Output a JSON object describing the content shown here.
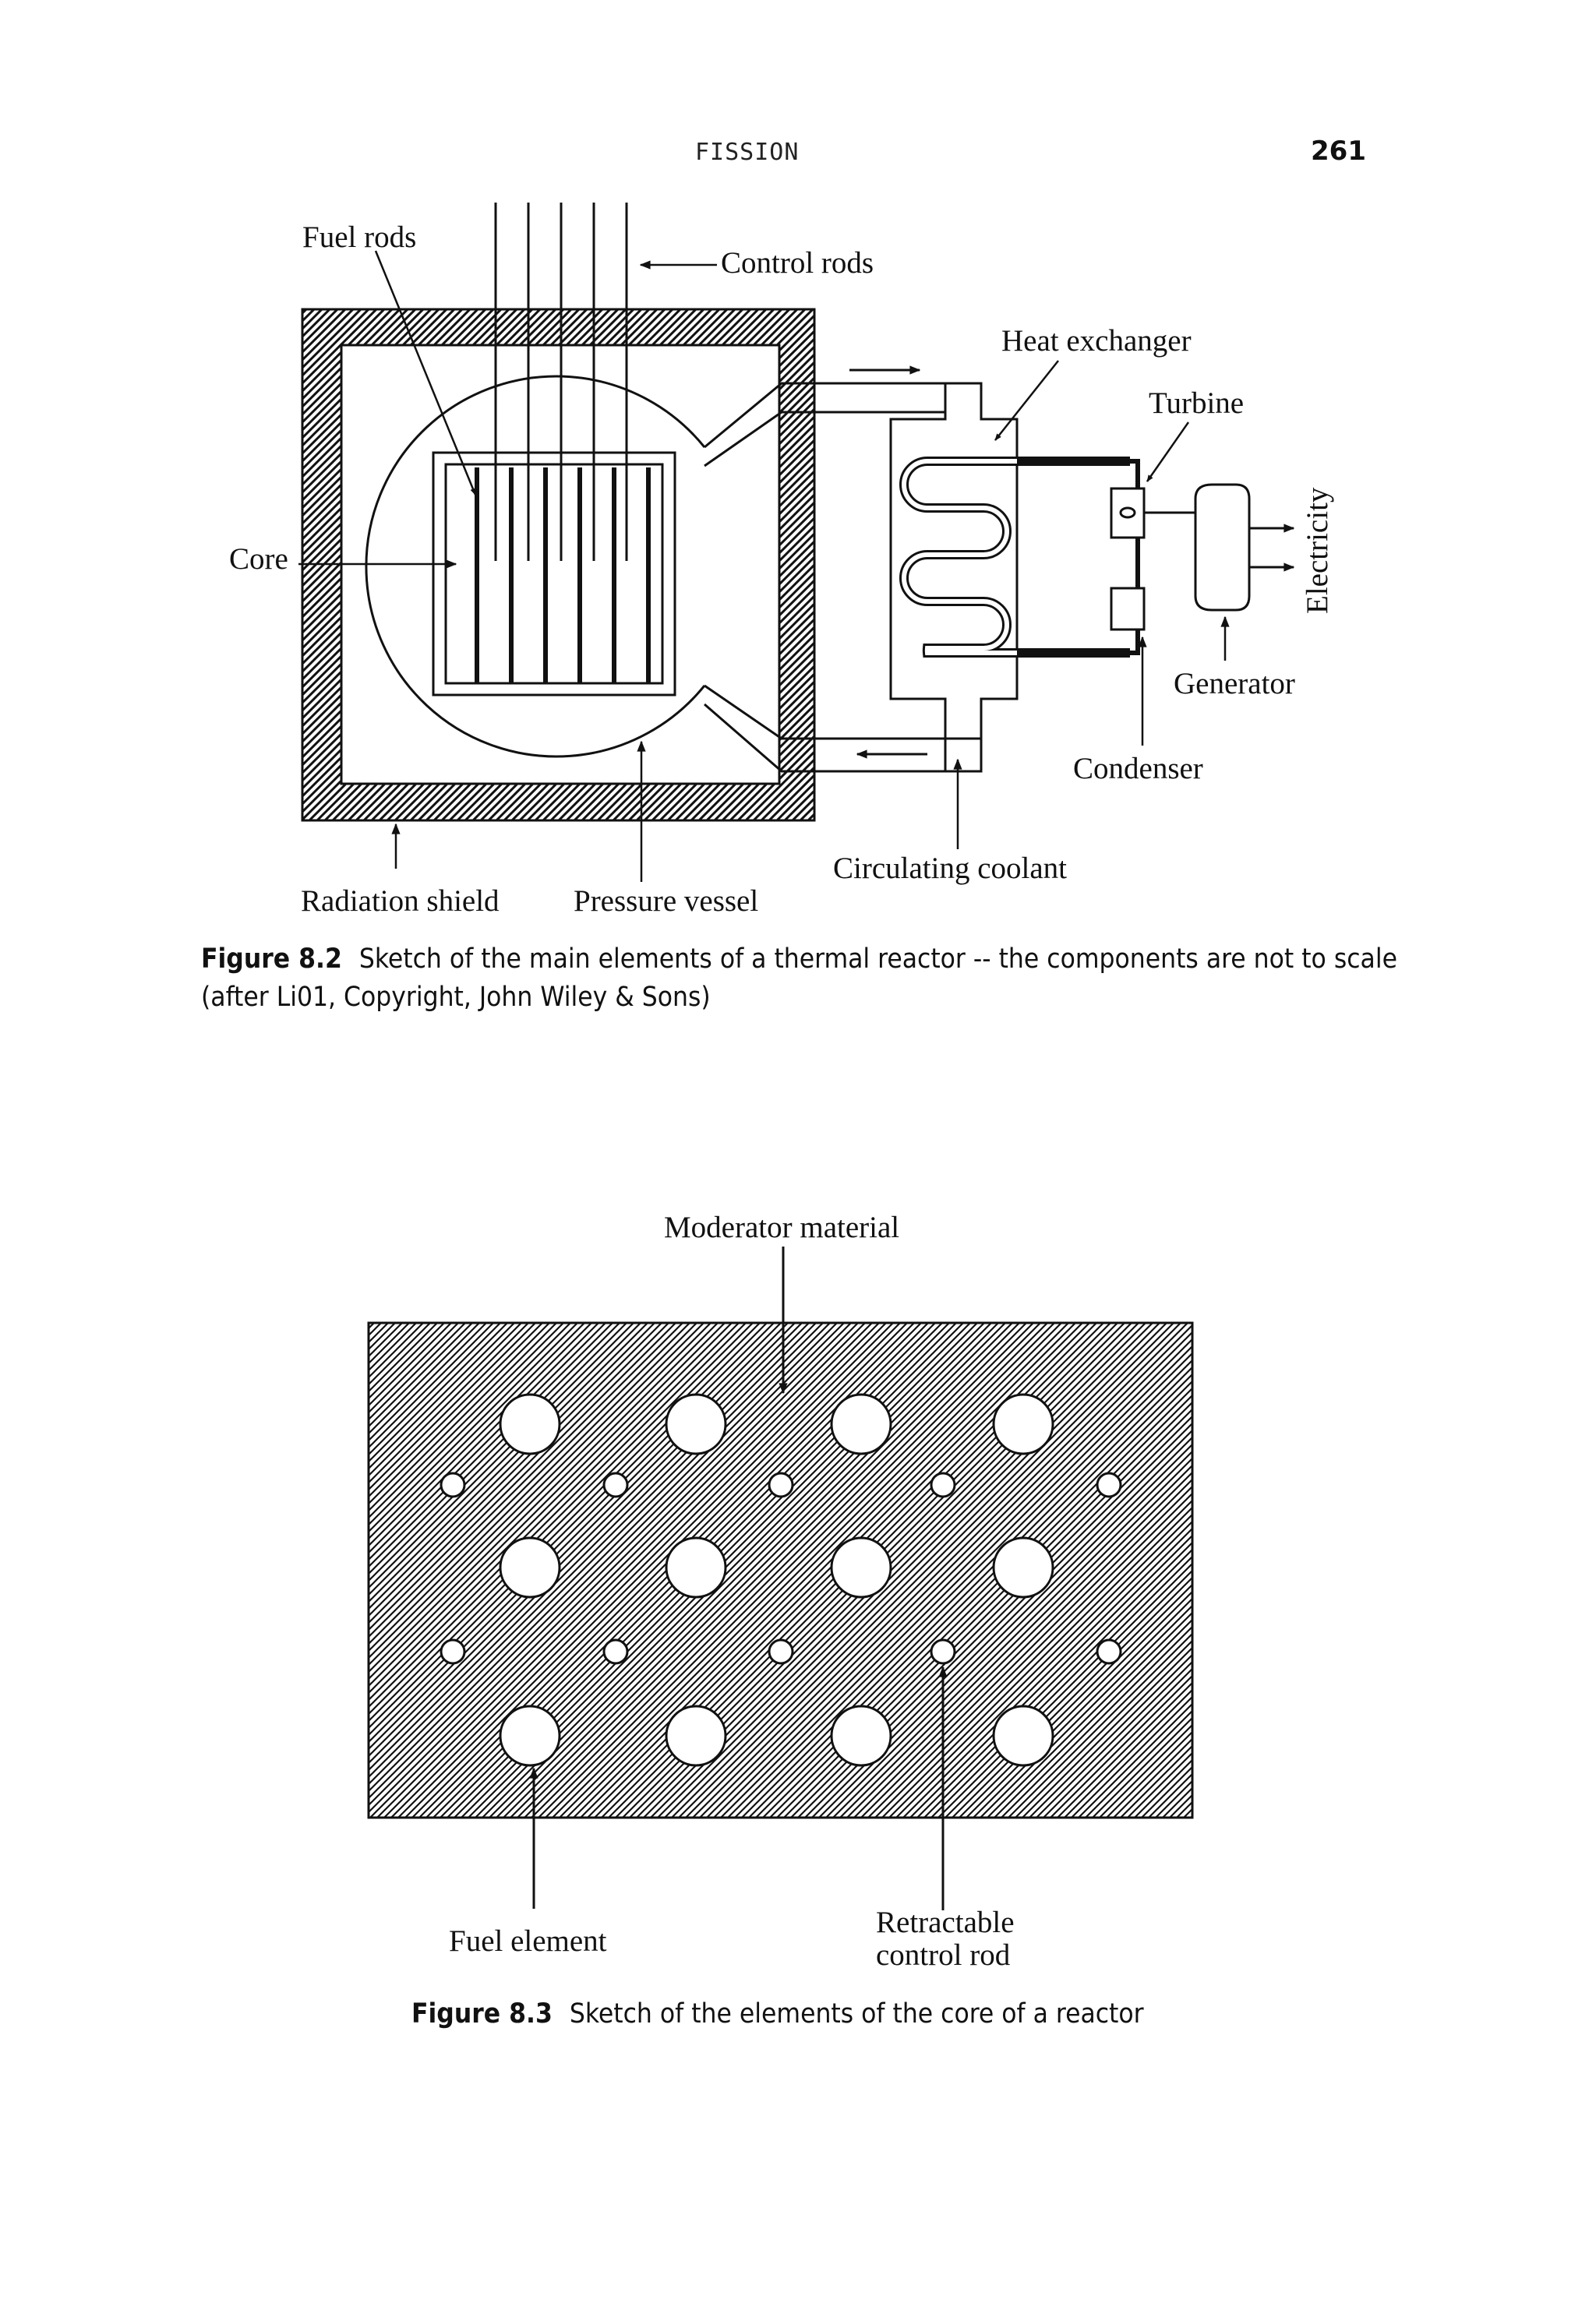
{
  "header": {
    "section_title": "FISSION",
    "page_number": "261"
  },
  "figure_8_2": {
    "labels": {
      "fuel_rods": "Fuel rods",
      "control_rods": "Control rods",
      "heat_exchanger": "Heat exchanger",
      "turbine": "Turbine",
      "core": "Core",
      "electricity": "Electricity",
      "generator": "Generator",
      "condenser": "Condenser",
      "circulating_coolant": "Circulating coolant",
      "radiation_shield": "Radiation shield",
      "pressure_vessel": "Pressure vessel"
    },
    "caption_label": "Figure 8.2",
    "caption_text": "Sketch of the main elements of a thermal reactor -- the components are not to scale (after Li01, Copyright, John Wiley & Sons)"
  },
  "figure_8_3": {
    "labels": {
      "moderator_material": "Moderator material",
      "fuel_element": "Fuel element",
      "retractable_line1": "Retractable",
      "retractable_line2": "control rod"
    },
    "caption_label": "Figure 8.3",
    "caption_text": "Sketch of the elements of the core of a reactor"
  }
}
